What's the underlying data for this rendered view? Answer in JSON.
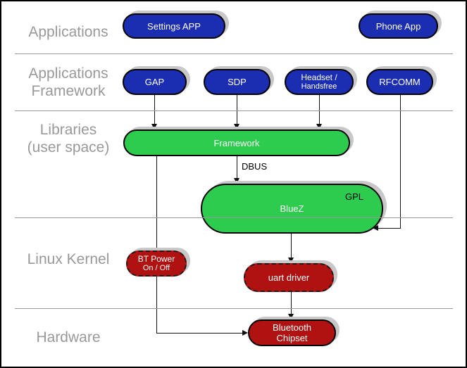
{
  "layers": [
    {
      "label": "Applications"
    },
    {
      "label": "Applications\nFramework"
    },
    {
      "label": "Libraries\n(user space)"
    },
    {
      "label": "Linux Kernel"
    },
    {
      "label": "Hardware"
    }
  ],
  "nodes": {
    "settings_app": {
      "label": "Settings APP"
    },
    "phone_app": {
      "label": "Phone App"
    },
    "gap": {
      "label": "GAP"
    },
    "sdp": {
      "label": "SDP"
    },
    "headset": {
      "line1": "Headset /",
      "line2": "Handsfree"
    },
    "rfcomm": {
      "label": "RFCOMM"
    },
    "framework": {
      "label": "Framework"
    },
    "bluez": {
      "label": "BlueZ",
      "tag": "GPL"
    },
    "bt_power": {
      "line1": "BT Power",
      "line2": "On / Off"
    },
    "uart_driver": {
      "label": "uart driver"
    },
    "bt_chipset": {
      "line1": "Bluetooth",
      "line2": "Chipset"
    }
  },
  "edges": {
    "dbus_label": "DBUS"
  },
  "colors": {
    "app_blue": "#1b2db1",
    "lib_green": "#2ecc4e",
    "kernel_red": "#b01111",
    "layer_label_gray": "#999999",
    "shadow_gray": "#c8c8c8"
  }
}
